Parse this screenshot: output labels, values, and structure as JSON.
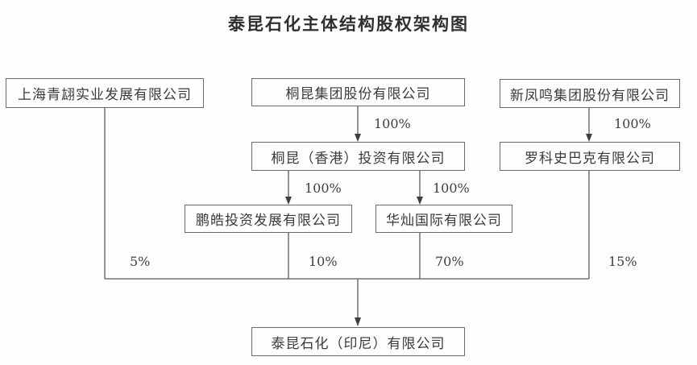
{
  "title": "泰昆石化主体结构股权架构图",
  "entities": {
    "shanghai_qinghong": {
      "name": "上海青翃实业发展有限公司"
    },
    "tongkun_group": {
      "name": "桐昆集团股份有限公司"
    },
    "xinfengming": {
      "name": "新凤鸣集团股份有限公司"
    },
    "tongkun_hk": {
      "name": "桐昆（香港）投资有限公司"
    },
    "luokeshibake": {
      "name": "罗科史巴克有限公司"
    },
    "penghao": {
      "name": "鹏皓投资发展有限公司"
    },
    "huacan": {
      "name": "华灿国际有限公司"
    },
    "taikun": {
      "name": "泰昆石化（印尼）有限公司"
    }
  },
  "relationships": [
    {
      "from": "桐昆集团股份有限公司",
      "to": "桐昆（香港）投资有限公司",
      "label": "100%"
    },
    {
      "from": "新凤鸣集团股份有限公司",
      "to": "罗科史巴克有限公司",
      "label": "100%"
    },
    {
      "from": "桐昆（香港）投资有限公司",
      "to": "鹏皓投资发展有限公司",
      "label": "100%"
    },
    {
      "from": "桐昆（香港）投资有限公司",
      "to": "华灿国际有限公司",
      "label": "100%"
    },
    {
      "from": "上海青翃实业发展有限公司",
      "to": "泰昆石化（印尼）有限公司",
      "label": "5%"
    },
    {
      "from": "鹏皓投资发展有限公司",
      "to": "泰昆石化（印尼）有限公司",
      "label": "10%"
    },
    {
      "from": "华灿国际有限公司",
      "to": "泰昆石化（印尼）有限公司",
      "label": "70%"
    },
    {
      "from": "罗科史巴克有限公司",
      "to": "泰昆石化（印尼）有限公司",
      "label": "15%"
    }
  ],
  "colors": {
    "background": "#fefefe",
    "box_border": "#6a6a6a",
    "line": "#5c5c5c",
    "text": "#3a3a3a"
  }
}
